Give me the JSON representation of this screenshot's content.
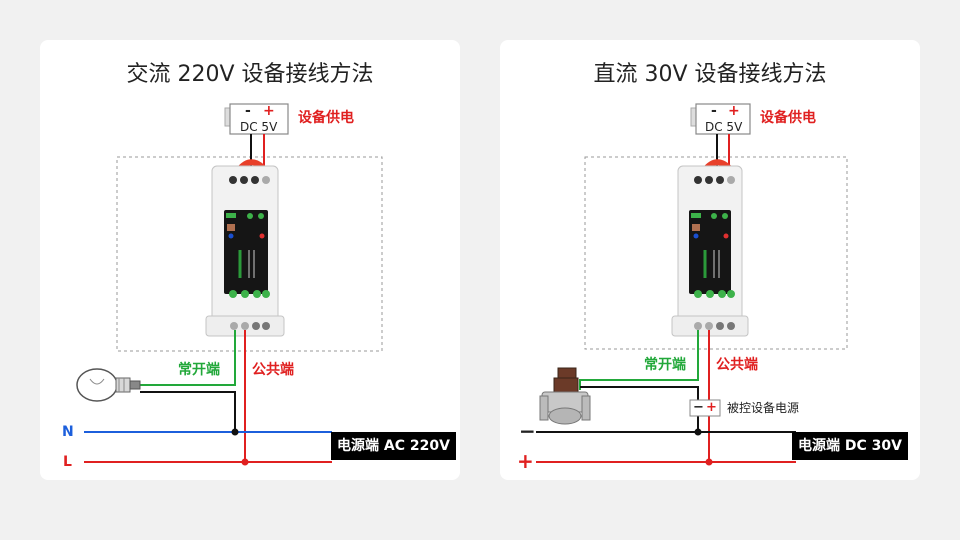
{
  "panels": [
    {
      "id": "ac",
      "title": "交流 220V 设备接线方法",
      "supply_label": "DC 5V",
      "supply_minus": "-",
      "supply_plus": "+",
      "device_power_label": "设备供电",
      "no_label": "常开端",
      "com_label": "公共端",
      "line_n_label": "N",
      "line_l_label": "L",
      "source_label": "电源端 AC 220V",
      "load": "light-bulb"
    },
    {
      "id": "dc",
      "title": "直流 30V 设备接线方法",
      "supply_label": "DC 5V",
      "supply_minus": "-",
      "supply_plus": "+",
      "device_power_label": "设备供电",
      "no_label": "常开端",
      "com_label": "公共端",
      "line_minus_label": "−",
      "line_plus_label": "+",
      "source_label": "电源端 DC 30V",
      "controlled_label": "被控设备电源",
      "controlled_minus": "−",
      "controlled_plus": "+",
      "load": "solenoid-valve"
    }
  ],
  "colors": {
    "red_wire": "#e02020",
    "green_wire": "#22a83a",
    "blue_wire": "#1c5fdc",
    "black_wire": "#111111",
    "module_green": "#3db24a"
  }
}
